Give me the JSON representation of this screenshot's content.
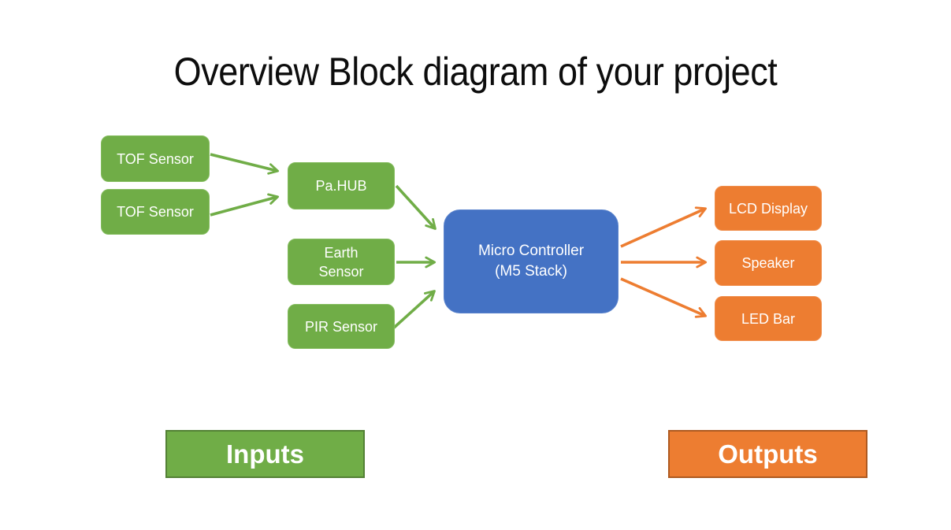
{
  "title": "Overview Block diagram of your project",
  "colors": {
    "input_green": "#70AD47",
    "controller_blue": "#4472C4",
    "output_orange": "#ED7D31",
    "inputs_legend_border": "#538135",
    "outputs_legend_border": "#AE5A21",
    "node_text": "#FFFFFF",
    "title_text": "#0D0D0D"
  },
  "nodes": {
    "tof1": {
      "label": "TOF Sensor",
      "type": "input"
    },
    "tof2": {
      "label": "TOF Sensor",
      "type": "input"
    },
    "pahub": {
      "label": "Pa.HUB",
      "type": "input"
    },
    "earth": {
      "label": "Earth Sensor",
      "type": "input"
    },
    "pir": {
      "label": "PIR Sensor",
      "type": "input"
    },
    "mc": {
      "label_line1": "Micro Controller",
      "label_line2": "(M5 Stack)",
      "type": "controller"
    },
    "lcd": {
      "label": "LCD Display",
      "type": "output"
    },
    "speaker": {
      "label": "Speaker",
      "type": "output"
    },
    "ledbar": {
      "label": "LED Bar",
      "type": "output"
    }
  },
  "edges": [
    {
      "from": "tof1",
      "to": "pahub",
      "color": "green"
    },
    {
      "from": "tof2",
      "to": "pahub",
      "color": "green"
    },
    {
      "from": "pahub",
      "to": "mc",
      "color": "green"
    },
    {
      "from": "earth",
      "to": "mc",
      "color": "green"
    },
    {
      "from": "pir",
      "to": "mc",
      "color": "green"
    },
    {
      "from": "mc",
      "to": "lcd",
      "color": "orange"
    },
    {
      "from": "mc",
      "to": "speaker",
      "color": "orange"
    },
    {
      "from": "mc",
      "to": "ledbar",
      "color": "orange"
    }
  ],
  "legend": {
    "inputs_label": "Inputs",
    "outputs_label": "Outputs"
  }
}
